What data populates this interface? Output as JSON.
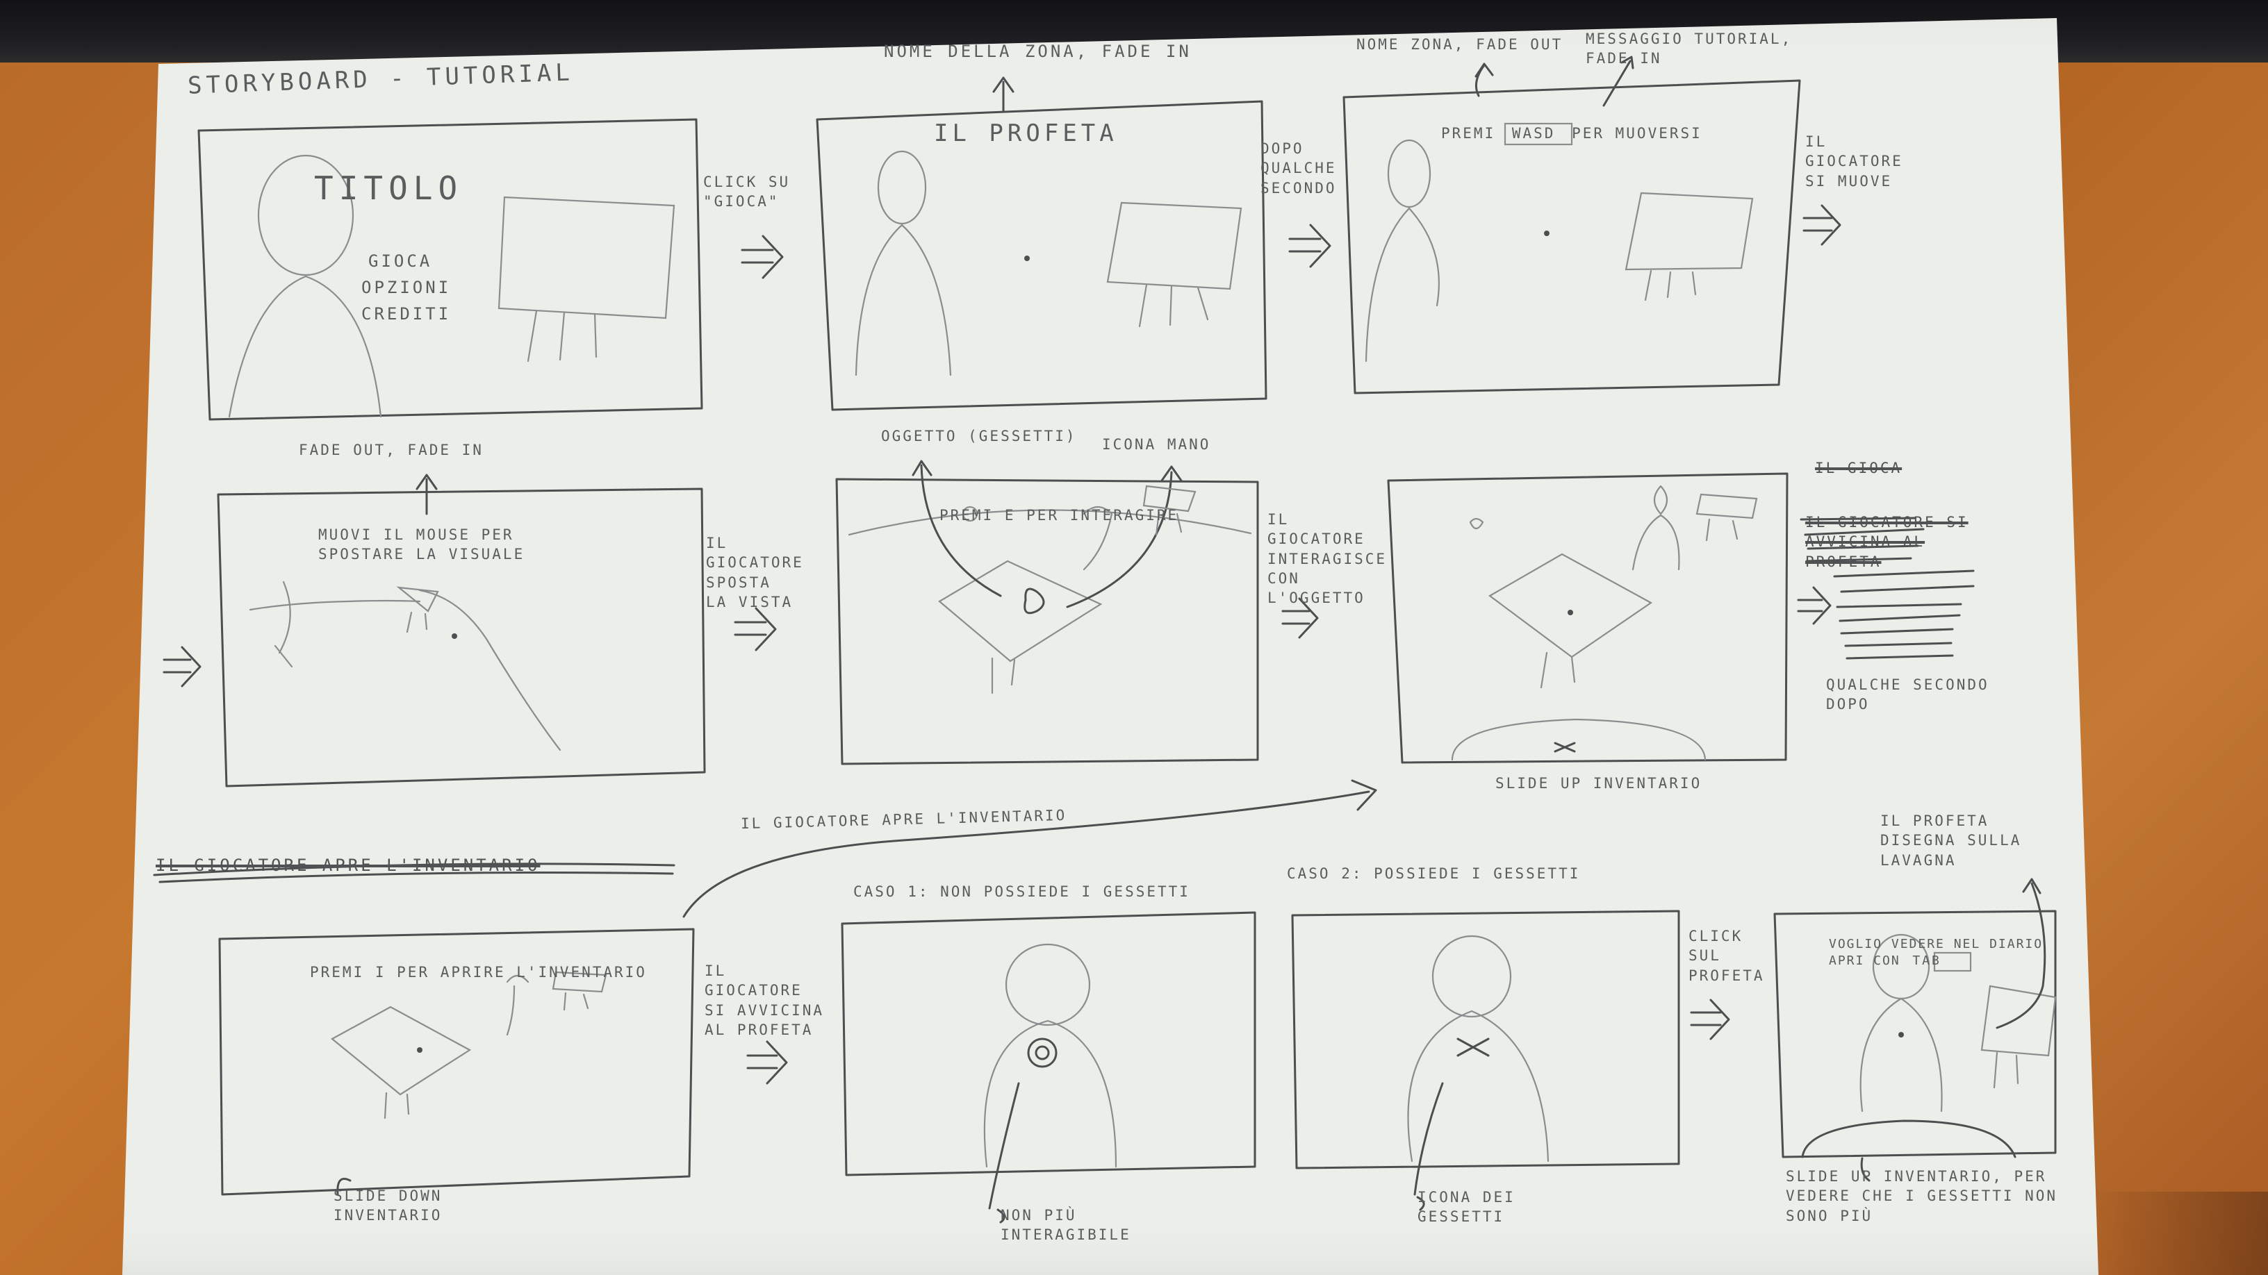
{
  "sheet": {
    "title": "STORYBOARD - TUTORIAL"
  },
  "row1": {
    "panel1": {
      "title": "TITOLO",
      "menu": [
        "GIOCA",
        "OPZIONI",
        "CREDITI"
      ]
    },
    "arrow1_label": "CLICK SU \"GIOCA\"",
    "panel2": {
      "annotation": "NOME DELLA ZONA, FADE IN",
      "zone_name": "IL PROFETA"
    },
    "arrow2_label": "DOPO QUALCHE SECONDO",
    "panel3": {
      "annotation_left": "NOME ZONA, FADE OUT",
      "annotation_right": "MESSAGGIO TUTORIAL, FADE IN",
      "message_prefix": "PREMI",
      "keys": "WASD",
      "message_suffix": "PER MUOVERSI"
    },
    "arrow3_label": "IL GIOCATORE SI MUOVE"
  },
  "row2": {
    "panel4": {
      "annotation": "FADE OUT, FADE IN",
      "message": "MUOVI IL MOUSE PER SPOSTARE LA VISUALE"
    },
    "arrow4_label": "IL GIOCATORE SPOSTA LA VISTA",
    "panel5": {
      "annotation_left": "OGGETTO (GESSETTI)",
      "annotation_right": "ICONA MANO",
      "message_prefix": "PREMI",
      "key": "E",
      "message_suffix": "PER INTERAGIRE"
    },
    "arrow5_label": "IL GIOCATORE INTERAGISCE CON L'OGGETTO",
    "panel6": {
      "caption": "SLIDE UP INVENTARIO"
    },
    "side_note_struck_1": "IL GIOCA",
    "side_note_struck_2": "IL GIOCATORE SI AVVICINA AL PROFETA",
    "side_note": "QUALCHE SECONDO DOPO"
  },
  "row3": {
    "struck_heading": "IL GIOCATORE APRE L'INVENTARIO",
    "curve_label": "IL GIOCATORE APRE L'INVENTARIO",
    "panel7": {
      "message_prefix": "PREMI",
      "key": "I",
      "message_suffix": "PER APRIRE L'INVENTARIO",
      "caption": "SLIDE DOWN INVENTARIO"
    },
    "arrow7_label": "IL GIOCATORE SI AVVICINA AL PROFETA",
    "panel8": {
      "heading": "CASO 1: NON POSSIEDE I GESSETTI",
      "caption": "NON PIÙ INTERAGIBILE"
    },
    "panel9": {
      "heading": "CASO 2: POSSIEDE I GESSETTI",
      "caption": "ICONA DEI GESSETTI"
    },
    "arrow9_label": "CLICK SUL PROFETA",
    "panel10": {
      "annotation": "IL PROFETA DISEGNA SULLA LAVAGNA",
      "message": "VOGLIO VEDERE NEL DIARIO APRI CON",
      "key": "TAB",
      "caption": "SLIDE UP INVENTARIO, PER VEDERE CHE I GESSETTI NON SONO PIÙ"
    }
  },
  "colors": {
    "paper": "#eceee9",
    "pencil": "#4c4e50",
    "desk": "#c7782f"
  }
}
